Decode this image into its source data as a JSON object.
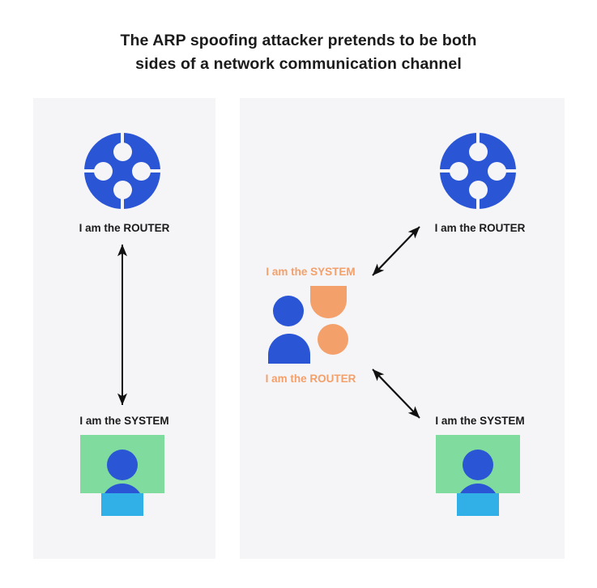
{
  "title": {
    "line1": "The ARP spoofing attacker pretends to be both",
    "line2": "sides of a network communication channel"
  },
  "colors": {
    "panel_background": "#f5f4f7",
    "page_background": "#ffffff",
    "router_blue": "#2a56d6",
    "monitor_green": "#7fdb9e",
    "shoulder_cyan": "#31b0e8",
    "attacker_orange": "#f4a06a",
    "label_text": "#1b1b1b",
    "label_orange_text": "#f3a06a",
    "arrow_black": "#111111"
  },
  "left_panel": {
    "name": "normal-communication",
    "router": {
      "icon": "router-icon",
      "label": "I am the ROUTER"
    },
    "arrow": {
      "icon": "double-headed-vertical-arrow",
      "direction": "bidirectional-vertical"
    },
    "system": {
      "icon": "computer-user-icon",
      "label": "I am the SYSTEM"
    }
  },
  "right_panel": {
    "name": "arp-spoofing-attack",
    "router": {
      "icon": "router-icon",
      "label": "I am the ROUTER"
    },
    "system": {
      "icon": "computer-user-icon",
      "label": "I am the SYSTEM"
    },
    "attacker": {
      "icon": "attacker-two-persons-icon",
      "label_top": "I am the SYSTEM",
      "label_bottom": "I am the ROUTER"
    },
    "arrow_top": {
      "icon": "double-headed-diagonal-arrow",
      "direction": "bidirectional-up-right"
    },
    "arrow_bottom": {
      "icon": "double-headed-diagonal-arrow",
      "direction": "bidirectional-down-right"
    }
  }
}
